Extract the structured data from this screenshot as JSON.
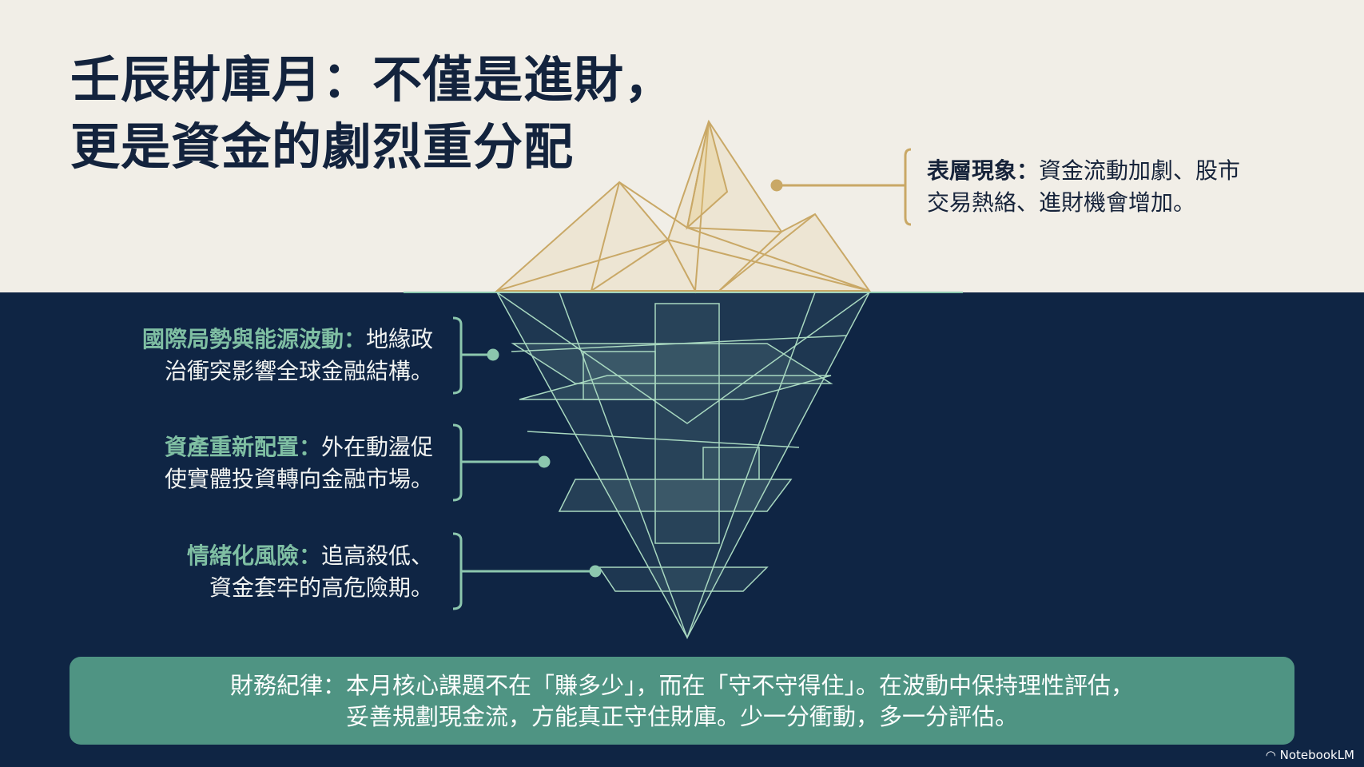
{
  "title": {
    "line1": "壬辰財庫月：不僅是進財，",
    "line2": "更是資金的劇烈重分配"
  },
  "surface": {
    "term": "表層現象：",
    "line1": "資金流動加劇、股市",
    "line2": "交易熱絡、進財機會增加。"
  },
  "layers": [
    {
      "term": "國際局勢與能源波動：",
      "line1": "地緣政",
      "line2": "治衝突影響全球金融結構。"
    },
    {
      "term": "資產重新配置：",
      "line1": "外在動盪促",
      "line2": "使實體投資轉向金融市場。"
    },
    {
      "term": "情緒化風險：",
      "line1": "追高殺低、",
      "line2": "資金套牢的高危險期。"
    }
  ],
  "conclusion": {
    "line1": "財務紀律：本月核心課題不在「賺多少」，而在「守不守得住」。在波動中保持理性評估，",
    "line2": "妥善規劃現金流，方能真正守住財庫。少一分衝動，多一分評估。"
  },
  "watermark": "NotebookLM",
  "colors": {
    "cream": "#f1eee7",
    "navy": "#0f2544",
    "teal": "#4f9483",
    "gold": "#c9a866",
    "ice": "#a8d8c0"
  }
}
